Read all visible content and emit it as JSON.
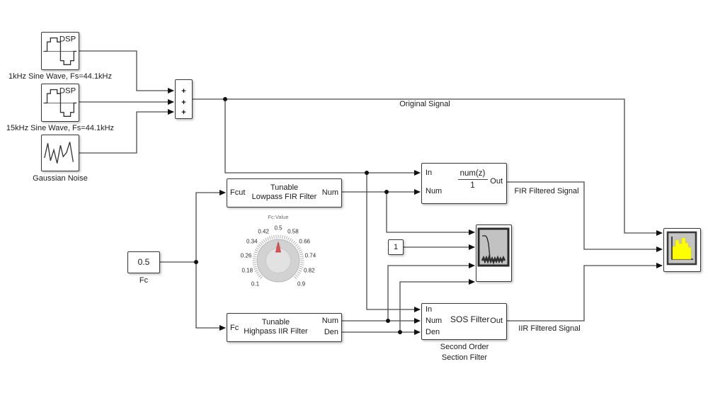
{
  "diagram": {
    "sources": {
      "sine1": {
        "icon_text": "DSP",
        "label": "1kHz Sine Wave, Fs=44.1kHz"
      },
      "sine2": {
        "icon_text": "DSP",
        "label": "15kHz Sine Wave, Fs=44.1kHz"
      },
      "noise": {
        "label": "Gaussian Noise"
      }
    },
    "sum": {
      "signs": [
        "+",
        "+",
        "+"
      ]
    },
    "constants": {
      "fc": {
        "value": "0.5",
        "label": "Fc"
      },
      "one": {
        "value": "1"
      }
    },
    "fir_filter": {
      "line1": "Tunable",
      "line2": "Lowpass FIR Filter",
      "port_in": "Fcut",
      "port_out": "Num"
    },
    "iir_filter": {
      "line1": "Tunable",
      "line2": "Highpass IIR Filter",
      "port_in": "Fc",
      "port_out1": "Num",
      "port_out2": "Den"
    },
    "discrete_filter": {
      "port_in1": "In",
      "port_in2": "Num",
      "port_out": "Out",
      "numerator": "num(z)",
      "denominator": "1"
    },
    "sos_filter": {
      "title": "SOS Filter",
      "port_in1": "In",
      "port_in2": "Num",
      "port_in3": "Den",
      "port_out": "Out",
      "label_line1": "Second Order",
      "label_line2": "Section Filter"
    },
    "knob": {
      "title": "Fc:Value",
      "value": 0.5,
      "min": 0.1,
      "max": 0.9,
      "tick_labels": [
        "0.1",
        "0.18",
        "0.26",
        "0.34",
        "0.42",
        "0.5",
        "0.58",
        "0.66",
        "0.74",
        "0.82",
        "0.9"
      ]
    },
    "signal_labels": {
      "original": "Original Signal",
      "fir": "FIR Filtered Signal",
      "iir": "IIR Filtered Signal"
    }
  },
  "colors": {
    "wire": "#4a4a4a",
    "block_border": "#383838",
    "screen_bg": "#c2c2c2",
    "spectrum_yellow": "#ffff00",
    "needle_red": "#e05252"
  }
}
